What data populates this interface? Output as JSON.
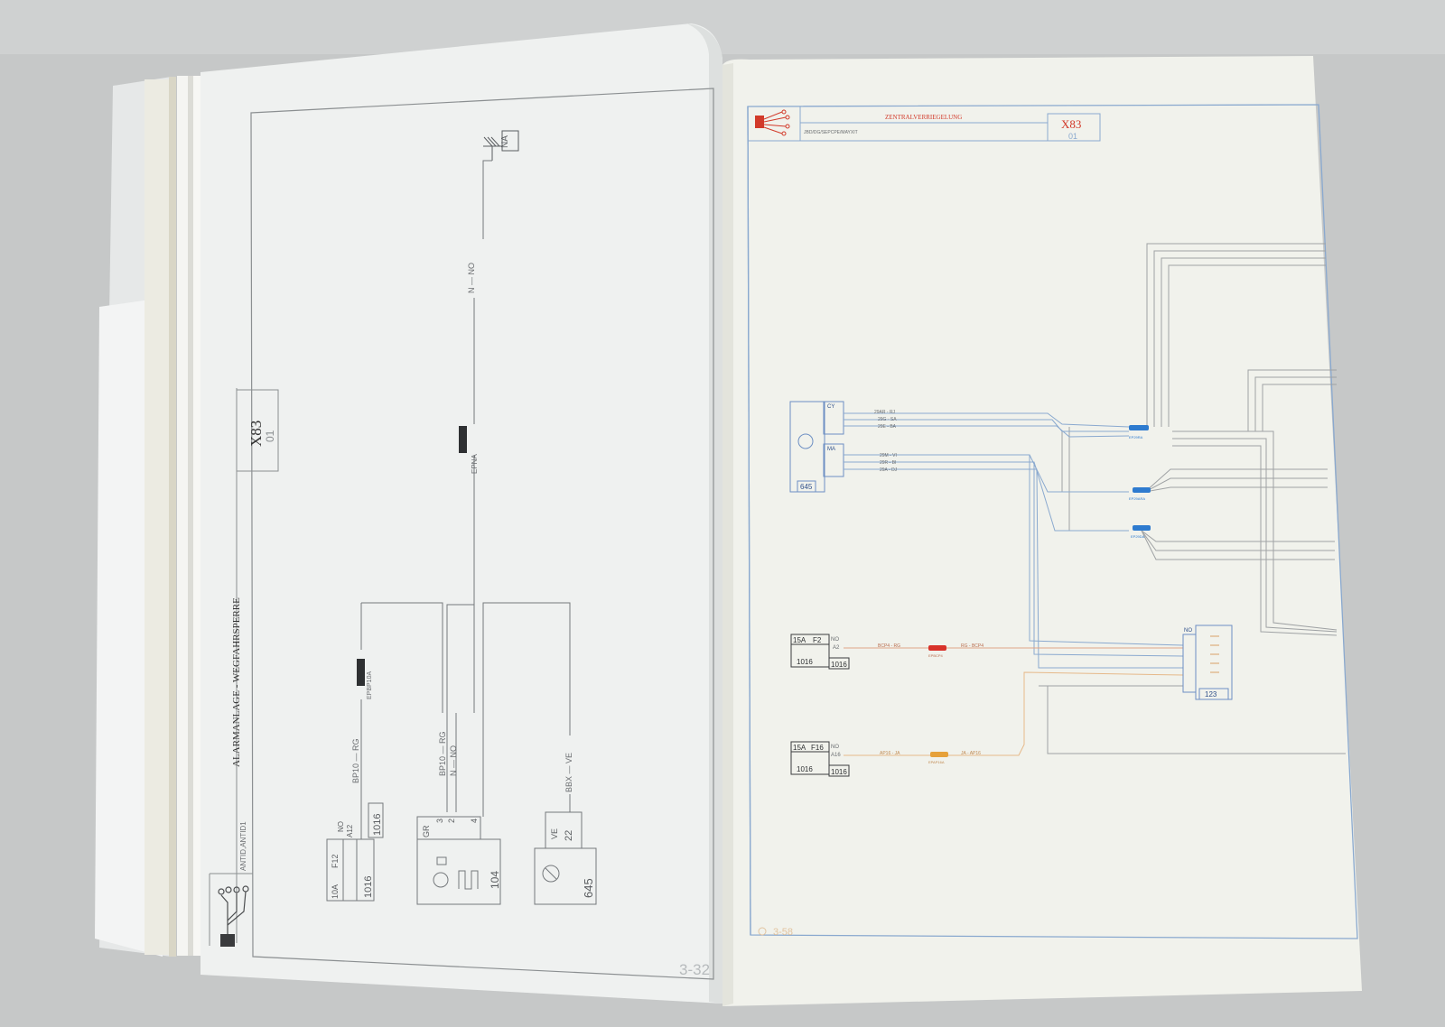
{
  "left_page": {
    "model_code": "X83",
    "model_sub": "01",
    "diagram_title": "ALARMANLAGE - WEGFAHRSPERRE",
    "diagram_code": "ANTID,ANTID1",
    "page_number": "3-32",
    "ground_label": "NA",
    "fuse_block": {
      "fuse": "10A",
      "slot": "F12",
      "pin": "NO",
      "term": "A12",
      "unit": "1016"
    },
    "wire_labels": {
      "bp10_rg": "BP10 — RG",
      "bp10_rg_2": "BP10 — RG",
      "n_no": "N — NO",
      "n_no_top": "N — NO",
      "bbx_ve": "BBX — VE"
    },
    "connectors": {
      "epbp10a": "EPBP10A",
      "epna": "EPNA"
    },
    "component_104": {
      "pin_label": "GR",
      "pin3": "3",
      "pin2": "2",
      "pin4": "4",
      "id": "104"
    },
    "component_645": {
      "pin_label": "VE",
      "pin": "22",
      "id": "645"
    }
  },
  "right_page": {
    "header_title": "ZENTRALVERRIEGELUNG",
    "header_sub": "JBD/DG/SEPCPE/MAYXIT",
    "model_code": "X83",
    "model_sub": "01",
    "page_number": "3-58",
    "component_645": {
      "id": "645",
      "top_conn": "CY",
      "bottom_conn": "MA"
    },
    "top_wires": [
      "29AR - RJ",
      "29G - SA",
      "29E - BA"
    ],
    "bottom_wires": [
      "29M - VI",
      "29R - BI",
      "29A - DJ"
    ],
    "connectors": [
      "EP29RA",
      "EP29ARA",
      "EP29DA"
    ],
    "fuse_block_1": {
      "fuse": "15A",
      "slot": "F2",
      "pin": "NO",
      "term": "A2",
      "unit": "1016",
      "unit2": "1016",
      "wire": "BCP4 - RG",
      "conn": "EPBCP4",
      "wire_end": "RG - BCP4"
    },
    "fuse_block_2": {
      "fuse": "15A",
      "slot": "F16",
      "pin": "NO",
      "term": "A16",
      "unit": "1016",
      "unit2": "1016",
      "wire": "AP16 - JA",
      "conn": "EPAP16A",
      "wire_end": "JA - AP16"
    },
    "component_123": {
      "id": "123",
      "pin_label": "NO"
    }
  },
  "colors": {
    "background": "#c9cbcb",
    "paper": "#eff1f0",
    "right_paper": "#f1f2ec",
    "blue_line": "#8aa9cf",
    "red_accent": "#d23a2a",
    "connector_blue": "#2e7bcf",
    "connector_orange": "#e6a13a",
    "connector_red": "#d8322a"
  }
}
